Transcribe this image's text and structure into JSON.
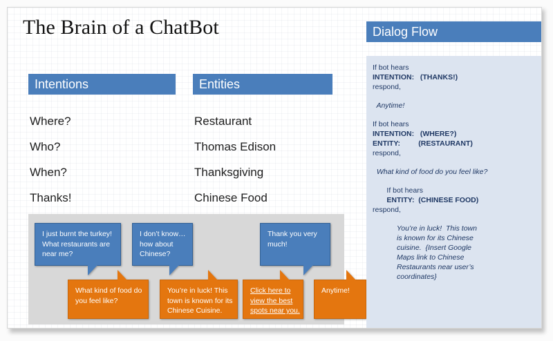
{
  "slide": {
    "title": "The Brain of a ChatBot"
  },
  "columns": {
    "intentions": {
      "header": "Intentions",
      "items": [
        "Where?",
        "Who?",
        "When?",
        "Thanks!"
      ]
    },
    "entities": {
      "header": "Entities",
      "items": [
        "Restaurant",
        "Thomas Edison",
        "Thanksgiving",
        "Chinese Food"
      ]
    }
  },
  "chat": {
    "bubbles": [
      {
        "speaker": "user",
        "color": "blue",
        "lines": [
          "I just burnt the turkey!",
          "What restaurants are",
          "near me?"
        ]
      },
      {
        "speaker": "bot",
        "color": "orange",
        "lines": [
          "What kind of food do",
          "you feel like?"
        ]
      },
      {
        "speaker": "user",
        "color": "blue",
        "lines": [
          "I don’t know…",
          "how about",
          "Chinese?"
        ]
      },
      {
        "speaker": "bot",
        "color": "orange",
        "lines": [
          "You’re in luck!  This",
          "town is known for its",
          "Chinese Cuisine."
        ]
      },
      {
        "speaker": "bot",
        "color": "orange",
        "is_link": true,
        "lines": [
          "Click here to",
          "view the best",
          "spots near you."
        ]
      },
      {
        "speaker": "user",
        "color": "blue",
        "lines": [
          "Thank you very",
          "much!"
        ]
      },
      {
        "speaker": "bot",
        "color": "orange",
        "lines": [
          "Anytime!"
        ]
      }
    ]
  },
  "dialog_flow": {
    "header": "Dialog Flow",
    "blocks": [
      {
        "lines": [
          {
            "text": "If bot hears",
            "style": "plain"
          },
          {
            "text": "INTENTION:   (THANKS!)",
            "style": "bold"
          },
          {
            "text": "respond,",
            "style": "plain"
          }
        ]
      },
      {
        "lines": [
          {
            "text": "  Anytime!",
            "style": "italic"
          }
        ]
      },
      {
        "lines": [
          {
            "text": "If bot hears",
            "style": "plain"
          },
          {
            "text": "INTENTION:   (WHERE?)",
            "style": "bold"
          },
          {
            "text": "ENTITY:         (RESTAURANT)",
            "style": "bold"
          },
          {
            "text": "respond,",
            "style": "plain"
          }
        ]
      },
      {
        "lines": [
          {
            "text": "  What kind of food do you feel like?",
            "style": "italic"
          }
        ]
      },
      {
        "lines": [
          {
            "text": "       If bot hears",
            "style": "plain"
          },
          {
            "text": "       ENTITY:  (CHINESE FOOD)",
            "style": "bold"
          },
          {
            "text": "respond,",
            "style": "plain"
          }
        ]
      },
      {
        "lines": [
          {
            "text": "            You’re in luck!  This town",
            "style": "italic"
          },
          {
            "text": "            is known for its Chinese",
            "style": "italic"
          },
          {
            "text": "            cuisine.  {Insert Google",
            "style": "italic"
          },
          {
            "text": "            Maps link to Chinese",
            "style": "italic"
          },
          {
            "text": "            Restaurants near user’s",
            "style": "italic"
          },
          {
            "text": "            coordinates}",
            "style": "italic"
          }
        ]
      }
    ]
  },
  "colors": {
    "header_blue": "#4a7ebb",
    "bubble_orange": "#e4760f",
    "panel_light_blue": "#dce4f0",
    "panel_text": "#1f3864",
    "chat_strip_gray": "#d8d8d8"
  }
}
